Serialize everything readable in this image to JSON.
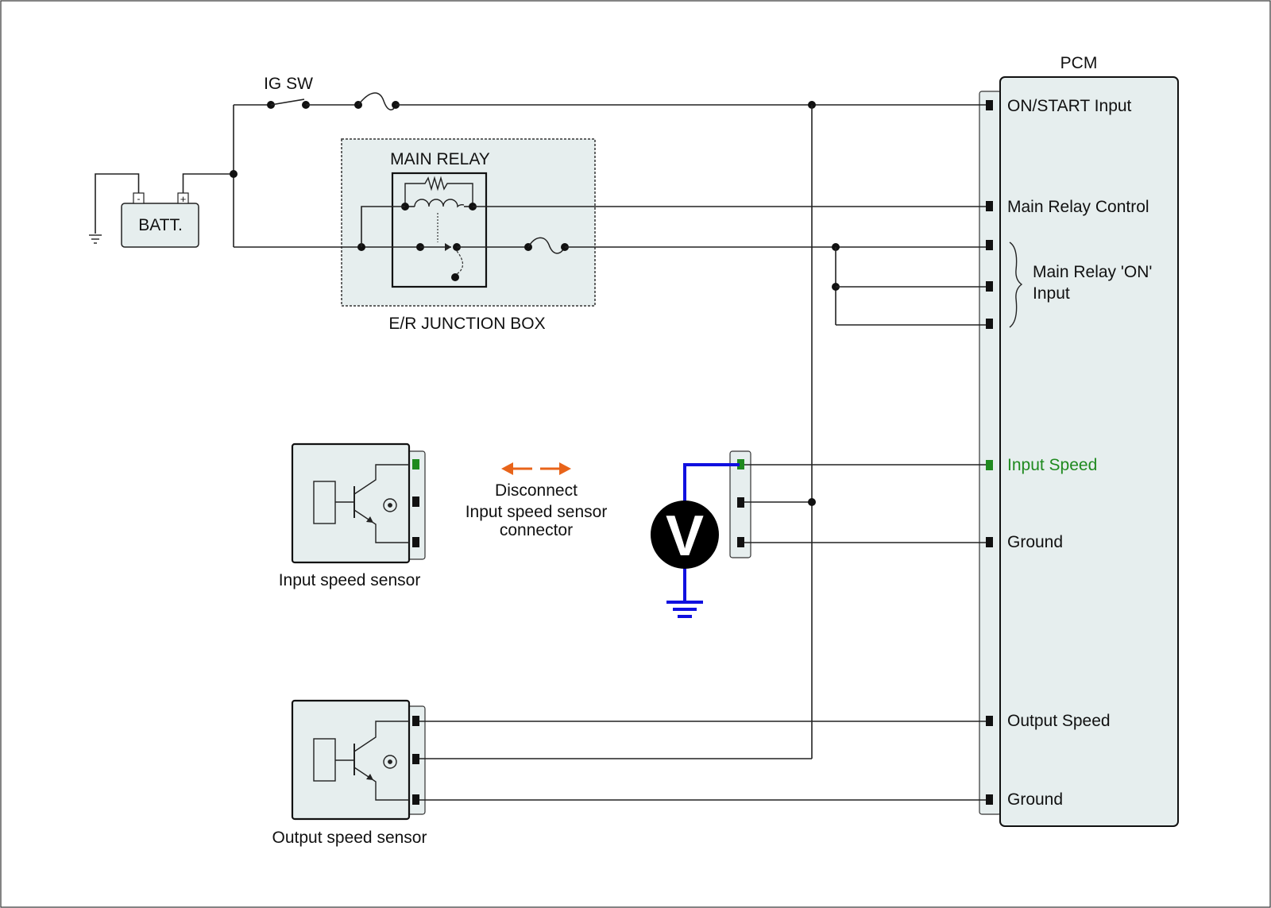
{
  "colors": {
    "component_fill": "#e6eeee",
    "highlight_green": "#1f8a1f",
    "probe_blue": "#1010e0",
    "arrow_orange": "#e8641a"
  },
  "labels": {
    "ig_sw": "IG SW",
    "battery": "BATT.",
    "battery_minus": "-",
    "battery_plus": "+",
    "main_relay": "MAIN RELAY",
    "junction_box": "E/R JUNCTION BOX",
    "pcm": "PCM",
    "input_sensor": "Input speed sensor",
    "output_sensor": "Output speed sensor",
    "voltmeter": "V",
    "disconnect_note": [
      "Disconnect",
      "Input speed sensor",
      "connector"
    ]
  },
  "pcm_pins": [
    "ON/START Input",
    "Main Relay Control",
    "Main Relay 'ON'",
    "Input",
    "Input Speed",
    "Ground",
    "Output Speed",
    "Ground"
  ],
  "icons": {
    "ground_symbol": "ground-icon",
    "fuse": "fuse-icon",
    "transistor": "transistor-icon",
    "double_arrow": "double-arrow-icon"
  }
}
